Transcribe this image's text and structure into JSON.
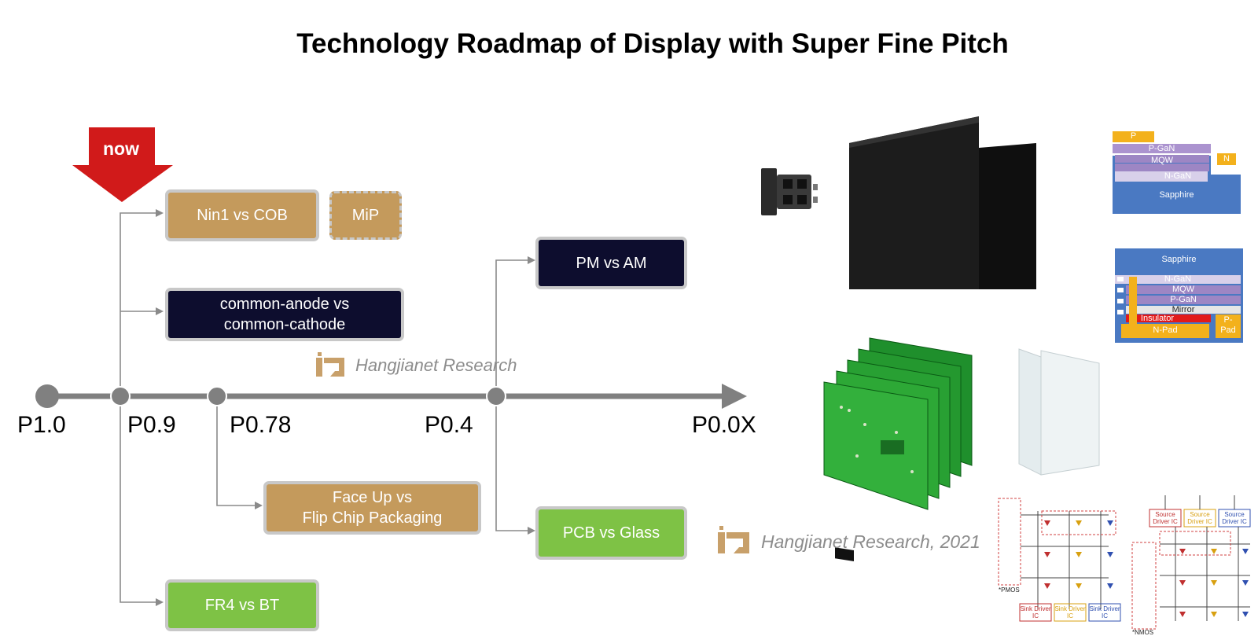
{
  "title": "Technology Roadmap of Display with Super Fine Pitch",
  "now_label": "now",
  "pitch_labels": [
    "P1.0",
    "P0.9",
    "P0.78",
    "P0.4",
    "P0.0X"
  ],
  "boxes": {
    "nin1_cob": "Nin1 vs COB",
    "mip": "MiP",
    "anode_cathode_1": "common-anode vs",
    "anode_cathode_2": "common-cathode",
    "pm_am": "PM vs AM",
    "faceup_1": "Face Up vs",
    "faceup_2": "Flip Chip Packaging",
    "pcb_glass": "PCB vs Glass",
    "fr4_bt": "FR4 vs BT"
  },
  "watermarks": {
    "center": "Hangjianet Research",
    "right": "Hangjianet Research, 2021"
  },
  "chip_faceup_layers": [
    "P",
    "P-GaN",
    "MQW",
    "N",
    "N-GaN",
    "Sapphire"
  ],
  "chip_flip_layers": [
    "Sapphire",
    "N-GaN",
    "MQW",
    "P-GaN",
    "Mirror",
    "Insulator",
    "P-",
    "Pad",
    "N-Pad"
  ],
  "circuit_labels": {
    "pmos": "*PMOS",
    "nmos": "*NMOS",
    "sink_ic": "Sink Driver IC",
    "source_ic": "Source Driver IC"
  },
  "colors": {
    "tan": "#c49a5c",
    "navy": "#0d0d2e",
    "green": "#7ec245",
    "arrow_red": "#d11a1a",
    "timeline_gray": "#808080",
    "chip_blue": "#4a79c2"
  }
}
